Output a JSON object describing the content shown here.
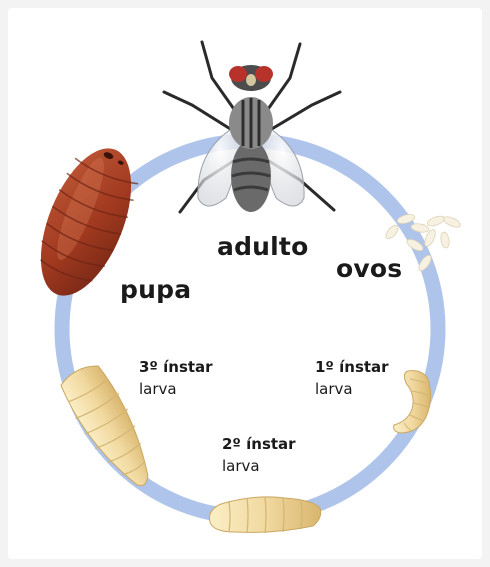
{
  "diagram": {
    "stages": {
      "adult": "adulto",
      "eggs": "ovos",
      "pupa": "pupa",
      "instar1": {
        "title": "1º  ínstar",
        "sub": "larva"
      },
      "instar2": {
        "title": "2º  ínstar",
        "sub": "larva"
      },
      "instar3": {
        "title": "3º  ínstar",
        "sub": "larva"
      }
    },
    "colors": {
      "cycle_ring": "#aec4ea",
      "pupa": "#a0391f",
      "larva": "#f1d9a0",
      "fly_body": "#5a5a5a",
      "fly_eye": "#b8322c"
    },
    "icons": [
      "fly-icon",
      "eggs-icon",
      "larva-icon",
      "pupa-icon"
    ]
  }
}
